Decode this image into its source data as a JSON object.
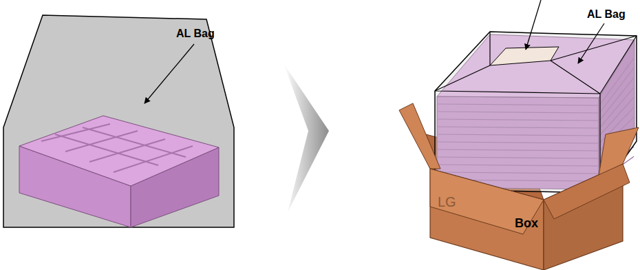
{
  "diagram": {
    "labels": [
      "AL Bag",
      "AL Bag",
      "LG",
      "Box"
    ]
  }
}
